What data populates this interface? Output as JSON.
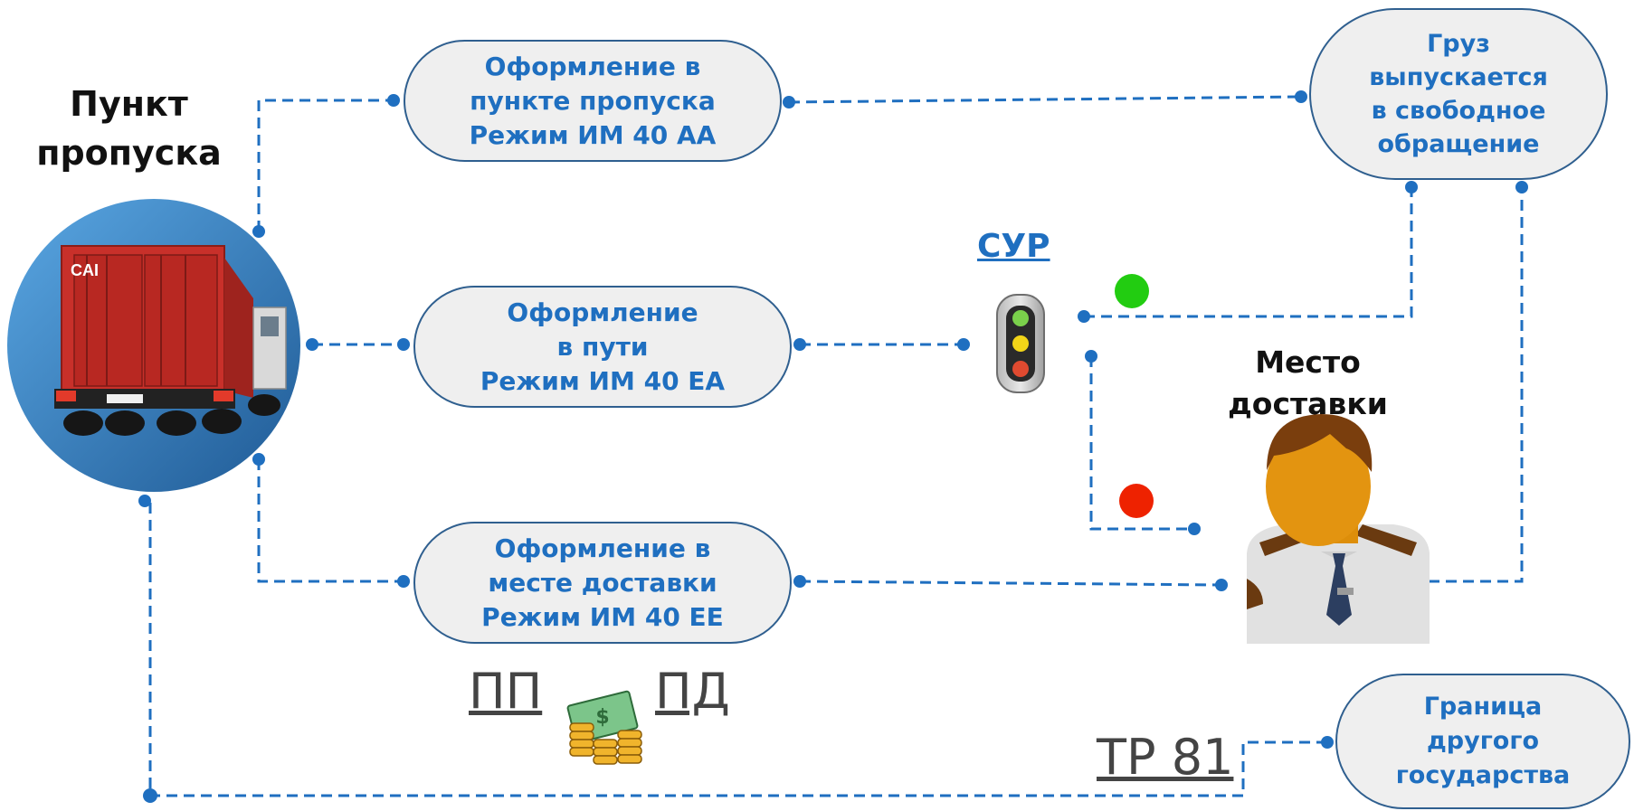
{
  "checkpoint": {
    "title": "Пункт\nпропуска"
  },
  "boxes": {
    "checkpoint_clearance": "Оформление в\nпункте пропуска\nРежим ИМ 40 АА",
    "transit_clearance": "Оформление\nв пути\nРежим ИМ 40 ЕА",
    "delivery_clearance": "Оформление в\nместе доставки\nРежим ИМ 40 ЕЕ",
    "free_circulation": "Груз\nвыпускается\nв свободное\nобращение",
    "other_border": "Граница\nдругого\nгосударства"
  },
  "risk_system": {
    "label": "СУР"
  },
  "delivery_place": {
    "title": "Место\nдоставки"
  },
  "payments": {
    "left": "ПП",
    "right": "ПД"
  },
  "transit_form": {
    "label": "ТР 81"
  },
  "colors": {
    "line": "#1f6fc0",
    "pill_border": "#2f5f8f",
    "pill_fill": "#efefef",
    "text_blue": "#1f6fc0",
    "green_light": "#22cc11",
    "red_light": "#ee2200"
  }
}
